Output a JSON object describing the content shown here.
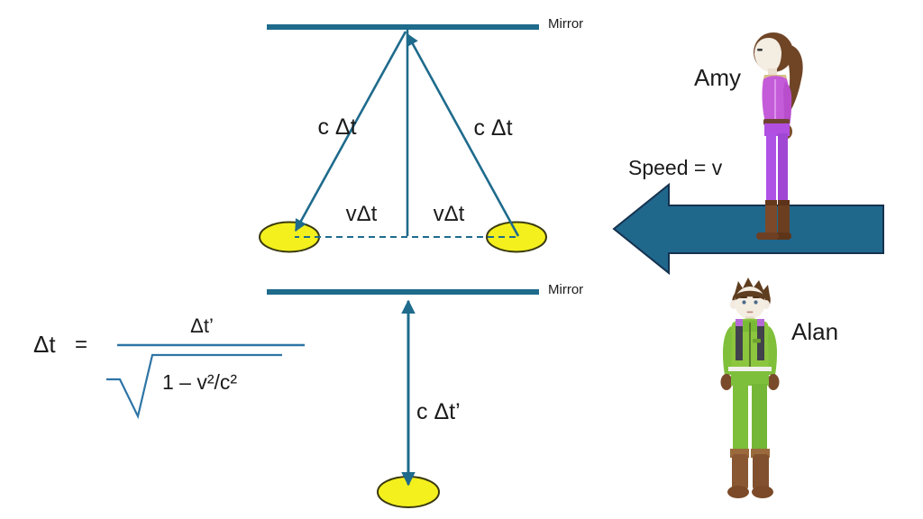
{
  "colors": {
    "line_teal": "#1E6B8C",
    "formula_blue": "#2E75A6",
    "arrow_fill": "#20678C",
    "arrow_border": "#15324F",
    "flash_yellow": "#F4F01D",
    "flash_outline": "#3A3A10",
    "text_black": "#1B1B1B"
  },
  "moving_clock": {
    "mirror_label": "Mirror",
    "light_path_left_label": "c Δt",
    "light_path_right_label": "c Δt",
    "base_left_label": "vΔt",
    "base_right_label": "vΔt"
  },
  "rest_clock": {
    "mirror_label": "Mirror",
    "light_path_label": "c Δt’"
  },
  "formula": {
    "lhs": "Δt",
    "equals": "=",
    "numerator": "Δt’",
    "radicand": "1 – v²/c²"
  },
  "motion": {
    "speed_label": "Speed = v"
  },
  "characters": {
    "amy": {
      "name": "Amy"
    },
    "alan": {
      "name": "Alan"
    }
  }
}
